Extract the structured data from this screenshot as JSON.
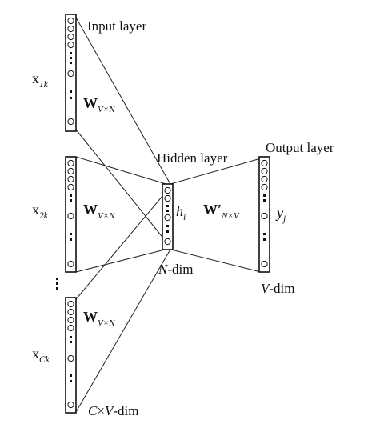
{
  "layers": {
    "input": {
      "label": "Input layer"
    },
    "hidden": {
      "label": "Hidden layer",
      "dim_var": "N",
      "dim_suffix": "-dim"
    },
    "output": {
      "label": "Output layer",
      "dim_var": "V",
      "dim_suffix": "-dim"
    }
  },
  "inputs": [
    {
      "var": "x",
      "sub": "1k",
      "weight": "W",
      "weight_sub": "V×N"
    },
    {
      "var": "x",
      "sub": "2k",
      "weight": "W",
      "weight_sub": "V×N"
    },
    {
      "var": "x",
      "sub": "Ck",
      "weight": "W",
      "weight_sub": "V×N"
    }
  ],
  "input_dim": {
    "c": "C",
    "times": "×",
    "v": "V",
    "suffix": "-dim"
  },
  "hidden_var": {
    "var": "h",
    "sub": "i"
  },
  "output_weight": {
    "weight": "W′",
    "weight_sub": "N×V"
  },
  "output_var": {
    "var": "y",
    "sub": "j"
  },
  "colors": {
    "ink": "#111111",
    "background": "#ffffff"
  }
}
